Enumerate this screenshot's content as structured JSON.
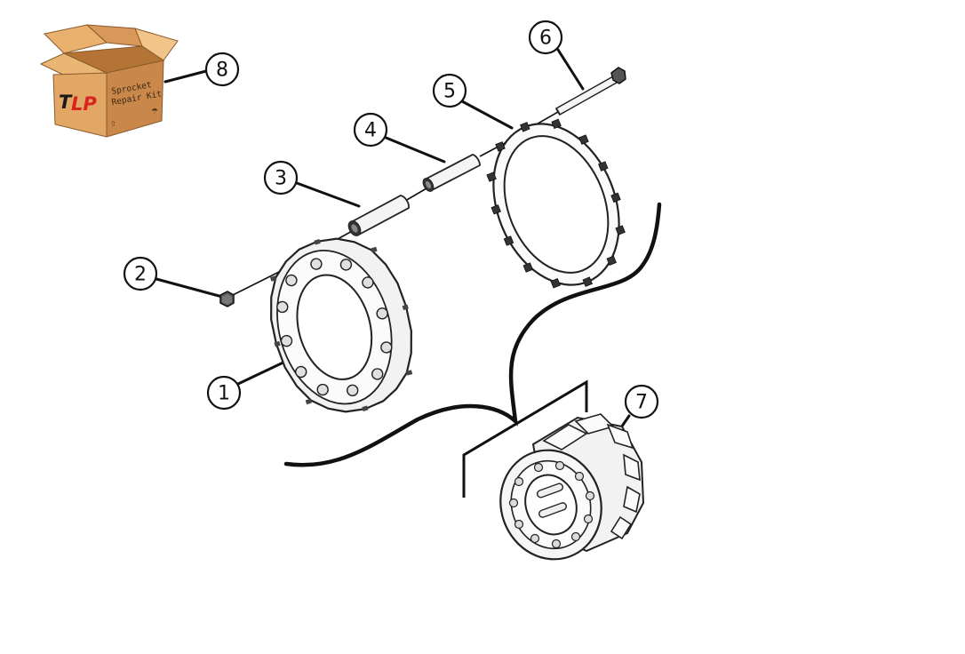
{
  "kit_box": {
    "logo_t": "T",
    "logo_lp": "LP",
    "label_line1": "Sprocket",
    "label_line2": "Repair Kit",
    "colors": {
      "box_front": "#e2a765",
      "box_side": "#c9874a",
      "box_top": "#f0c085",
      "logo_dark": "#1a1a1a",
      "logo_red": "#d8231e"
    }
  },
  "callouts": [
    {
      "number": "1",
      "part": "sprocket-plate"
    },
    {
      "number": "2",
      "part": "bolt-head"
    },
    {
      "number": "3",
      "part": "roller-pin"
    },
    {
      "number": "4",
      "part": "roller-pin-long"
    },
    {
      "number": "5",
      "part": "gasket-ring"
    },
    {
      "number": "6",
      "part": "long-bolt"
    },
    {
      "number": "7",
      "part": "sprocket-assembly"
    },
    {
      "number": "8",
      "part": "repair-kit-box"
    }
  ],
  "colors": {
    "line": "#111111",
    "part_fill": "#f6f6f6",
    "part_stroke": "#222222"
  }
}
